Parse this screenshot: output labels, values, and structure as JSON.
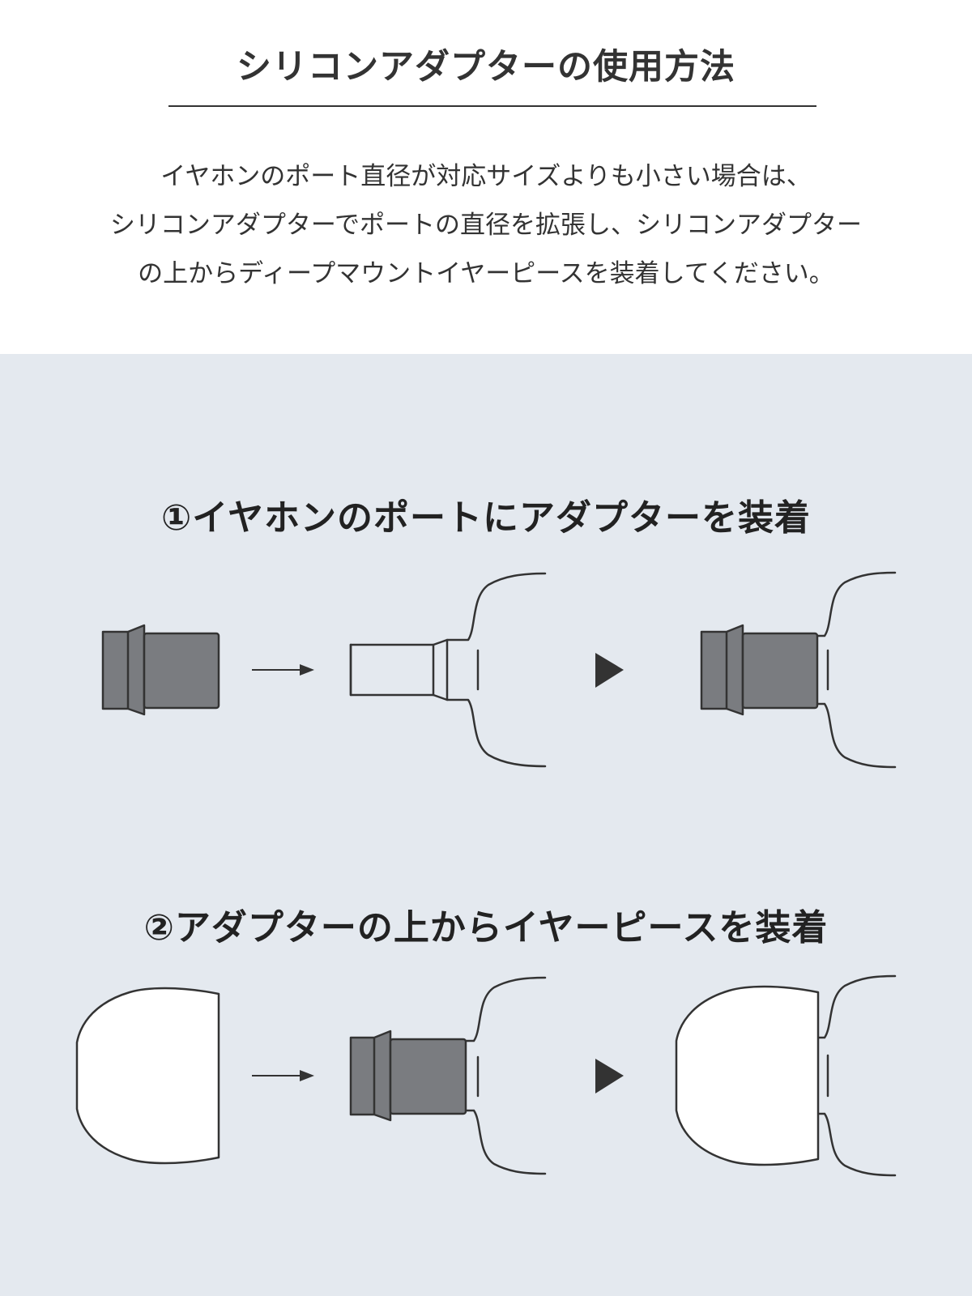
{
  "header": {
    "title": "シリコンアダプターの使用方法",
    "description_lines": [
      "イヤホンのポート直径が対応サイズよりも小さい場合は、",
      "シリコンアダプターでポートの直径を拡張し、シリコンアダプター",
      "の上からディープマウントイヤーピースを装着してください。"
    ]
  },
  "steps": [
    {
      "title": "①イヤホンのポートにアダプターを装着"
    },
    {
      "title": "②アダプターの上からイヤーピースを装着"
    }
  ],
  "colors": {
    "adapter_fill": "#7a7c80",
    "line": "#333333",
    "panel_background": "#e4e9ef",
    "triangle": "#333333"
  },
  "icons": [
    "right-arrow-icon",
    "play-triangle-icon"
  ]
}
